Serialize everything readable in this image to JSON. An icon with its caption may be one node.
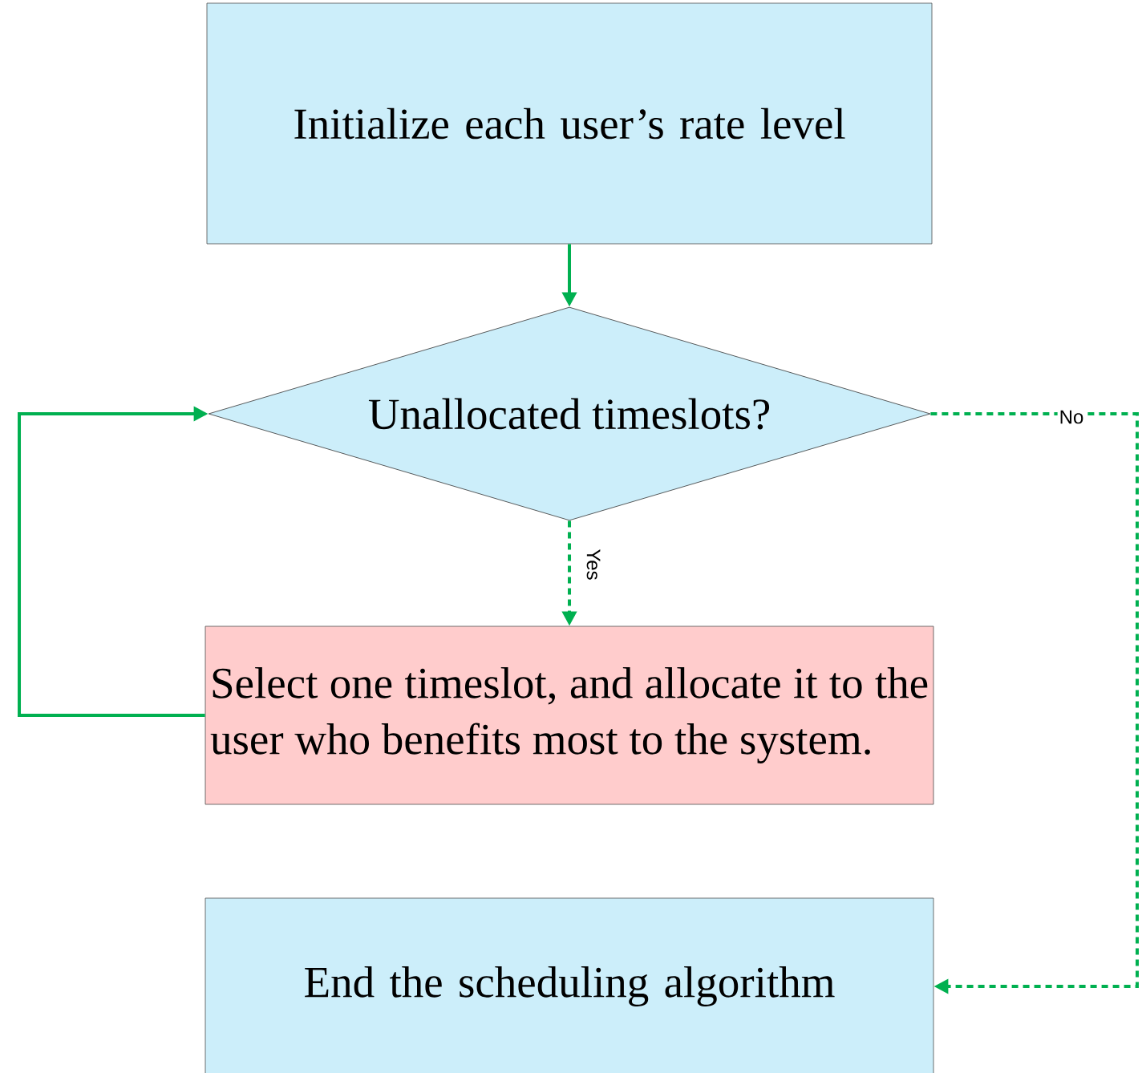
{
  "diagram": {
    "nodes": [
      {
        "text": [
          "Initialize each user’s rate level"
        ]
      },
      {
        "text": [
          "Unallocated timeslots?"
        ]
      },
      {
        "text": [
          "Select one timeslot, and allocate it to the user who benefits most to the system."
        ]
      },
      {
        "text": [
          "End the scheduling algorithm"
        ]
      }
    ],
    "edges": [
      {
        "from": 0,
        "to": 1,
        "arrow": "to"
      },
      {
        "from": 1,
        "to": 2,
        "arrow": "to",
        "label": "Yes",
        "style": "dashed"
      },
      {
        "from": 2,
        "to": 1,
        "arrow": "to"
      },
      {
        "from": 1,
        "to": 3,
        "arrow": "to",
        "label": "No",
        "style": "dashed"
      }
    ]
  }
}
